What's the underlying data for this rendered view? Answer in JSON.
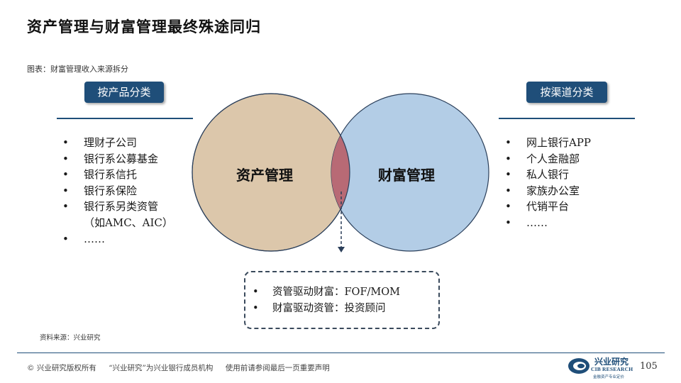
{
  "title": "资产管理与财富管理最终殊途同归",
  "caption": "图表：财富管理收入来源拆分",
  "left_panel": {
    "tag": "按产品分类",
    "items": [
      "理财子公司",
      "银行系公募基金",
      "银行系信托",
      "银行系保险",
      "银行系另类资管"
    ],
    "item_continuation": "（如AMC、AIC）",
    "last_item": "……"
  },
  "right_panel": {
    "tag": "按渠道分类",
    "items": [
      "网上银行APP",
      "个人金融部",
      "私人银行",
      "家族办公室",
      "代销平台",
      "……"
    ]
  },
  "venn": {
    "left_label": "资产管理",
    "right_label": "财富管理",
    "left_color": "#dcc7ab",
    "right_color": "#b3cde6",
    "overlap_color": "#b86a75",
    "stroke_color": "#2b3f5a"
  },
  "drivers": [
    "资管驱动财富：FOF/MOM",
    "财富驱动资管：投资顾问"
  ],
  "source": "资料来源：兴业研究",
  "footer": {
    "copyright": "©  兴业研究版权所有",
    "member": "“兴业研究”为兴业银行成员机构",
    "disclaimer": "使用前请参阅最后一页重要声明",
    "logo_cn": "兴业研究",
    "logo_en": "CIB RESEARCH",
    "logo_sub": "金融资产专业定价",
    "page_number": "105"
  }
}
